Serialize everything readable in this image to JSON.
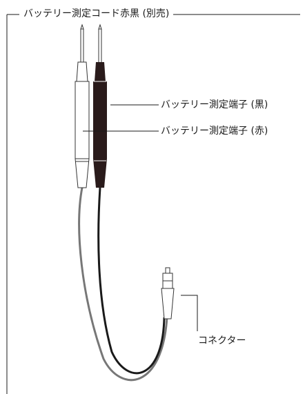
{
  "title": "バッテリー測定コード赤黒 (別売)",
  "labels": {
    "black_terminal": "バッテリー測定端子 (黒)",
    "red_terminal": "バッテリー測定端子 (赤)",
    "connector": "コネクター"
  },
  "colors": {
    "line": "#1a1a1a",
    "black_probe": "#2a1b1b",
    "red_probe_outline": "#333333",
    "grey_cable": "#777777",
    "background": "#ffffff"
  }
}
